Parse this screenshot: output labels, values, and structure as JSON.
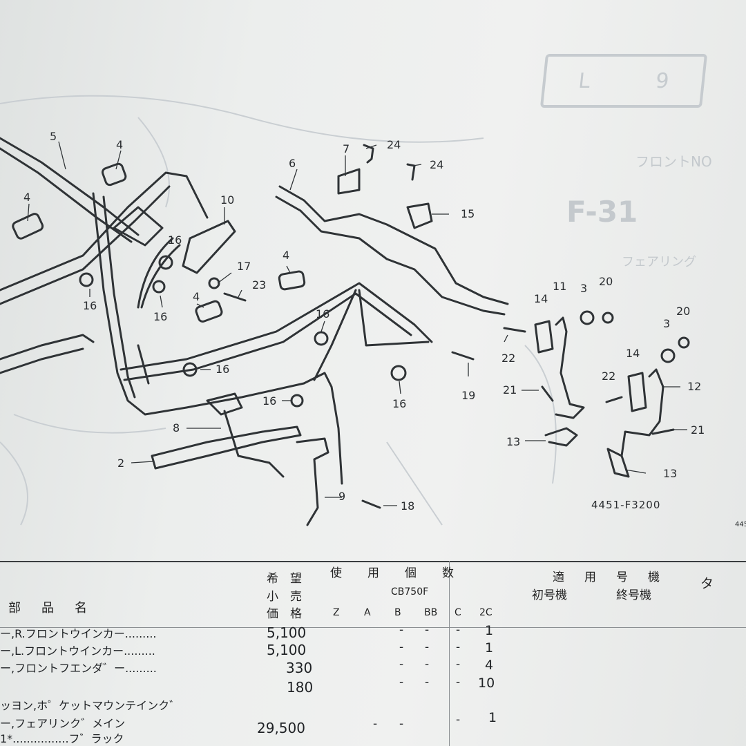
{
  "page_code": {
    "letters": [
      "L",
      "9"
    ]
  },
  "header_right": {
    "ghost_line1": "フロントNO",
    "ghost_code": "F-31",
    "ghost_line3": "フェアリング"
  },
  "figure": {
    "ref": "4451-F3200",
    "ref_small": "445",
    "callouts": [
      "5",
      "4",
      "4",
      "16",
      "16",
      "16",
      "10",
      "16",
      "17",
      "23",
      "4",
      "4",
      "7",
      "24",
      "24",
      "6",
      "15",
      "16",
      "16",
      "16",
      "8",
      "2",
      "9",
      "18",
      "19",
      "14",
      "11",
      "3",
      "20",
      "22",
      "21",
      "13",
      "3",
      "20",
      "14",
      "22",
      "12",
      "21",
      "13"
    ]
  },
  "table": {
    "headers": {
      "parts_name": "部　品　名",
      "price_top": "希　望",
      "price_mid": "小　売",
      "price_bot": "価　格",
      "usage": "使　用　個　数",
      "model": "CB750F",
      "cols": [
        "Z",
        "A",
        "B",
        "BB",
        "C",
        "2C"
      ],
      "applicable": "適　用　号　機",
      "first": "初号機",
      "last": "終号機",
      "ta": "タ"
    },
    "rows": [
      {
        "name": "ー,R.フロントウインカー.........",
        "price": "5,100",
        "c1": "-",
        "c2": "-",
        "c3": "-",
        "c4": "1"
      },
      {
        "name": "ー,L.フロントウインカー.........",
        "price": "5,100",
        "c1": "-",
        "c2": "-",
        "c3": "-",
        "c4": "1"
      },
      {
        "name": "ー,フロントフエンダ゛ー.........",
        "price": "330",
        "c1": "-",
        "c2": "-",
        "c3": "-",
        "c4": "4"
      },
      {
        "name": "",
        "price": "180",
        "c1": "-",
        "c2": "-",
        "c3": "-",
        "c4": "10"
      },
      {
        "name": "ッヨン,ホ゜ケットマウンテインク゛",
        "price": "",
        "c1": "",
        "c2": "",
        "c3": "",
        "c4": ""
      },
      {
        "name": "ー,フェアリンク゛メイン",
        "price": "",
        "c1": "",
        "c2": "",
        "c3": "",
        "c4": ""
      },
      {
        "name": "1*................フ゛ラック",
        "price": "29,500",
        "c1": "-",
        "c2": "-",
        "c3": "-",
        "c4": "1"
      }
    ]
  }
}
